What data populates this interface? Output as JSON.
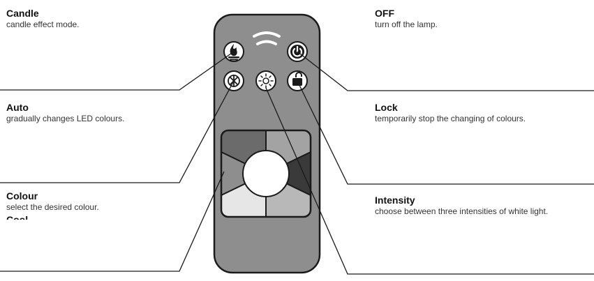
{
  "labels": {
    "candle": {
      "title": "Candle",
      "desc": "candle effect mode."
    },
    "auto": {
      "title": "Auto",
      "desc": "gradually changes LED colours."
    },
    "colour": {
      "title": "Colour",
      "desc": "select the desired colour.",
      "clipped": "Cool"
    },
    "off": {
      "title": "OFF",
      "desc": "turn off the lamp."
    },
    "lock": {
      "title": "Lock",
      "desc": "temporarily stop the changing of colours."
    },
    "intensity": {
      "title": "Intensity",
      "desc": "choose between three intensities of white light."
    }
  },
  "icons": [
    "candle-flame-icon",
    "signal-wave-icon",
    "power-icon",
    "auto-cycle-icon",
    "sun-brightness-icon",
    "padlock-icon"
  ],
  "colors": {
    "remote_body": "#8e8e8e",
    "remote_outline": "#1a1a1a",
    "button_bg": "#ffffff",
    "segment_dark": "#6b6b6b",
    "segment_mid": "#a3a3a3",
    "segment_darkest": "#3a3a3a",
    "segment_light": "#e6e6e6",
    "segment_mid_light": "#b8b8b8",
    "leader_lines": "#1a1a1a"
  }
}
